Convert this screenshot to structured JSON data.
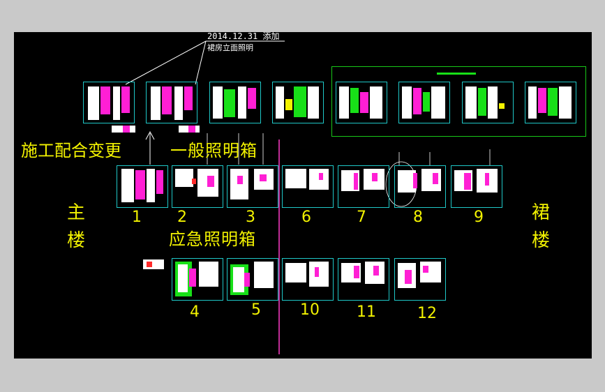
{
  "annotations": {
    "date_note": "2014.12.31 添加",
    "sub_note": "裙房立面照明"
  },
  "labels": {
    "construction_change": "施工配合变更",
    "general_box": "一般照明箱",
    "emergency_box": "应急照明箱",
    "main_bldg_1": "主",
    "main_bldg_2": "楼",
    "podium_1": "裙",
    "podium_2": "楼"
  },
  "sheet_numbers": {
    "n1": "1",
    "n2": "2",
    "n3": "3",
    "n6": "6",
    "n7": "7",
    "n8": "8",
    "n9": "9",
    "n4": "4",
    "n5": "5",
    "n10": "10",
    "n11": "11",
    "n12": "12"
  },
  "colors": {
    "background": "#000000",
    "frame": "#1fc8c8",
    "accent_magenta": "#ff1fd4",
    "label_yellow": "#f2f200",
    "group_green": "#18c818"
  }
}
